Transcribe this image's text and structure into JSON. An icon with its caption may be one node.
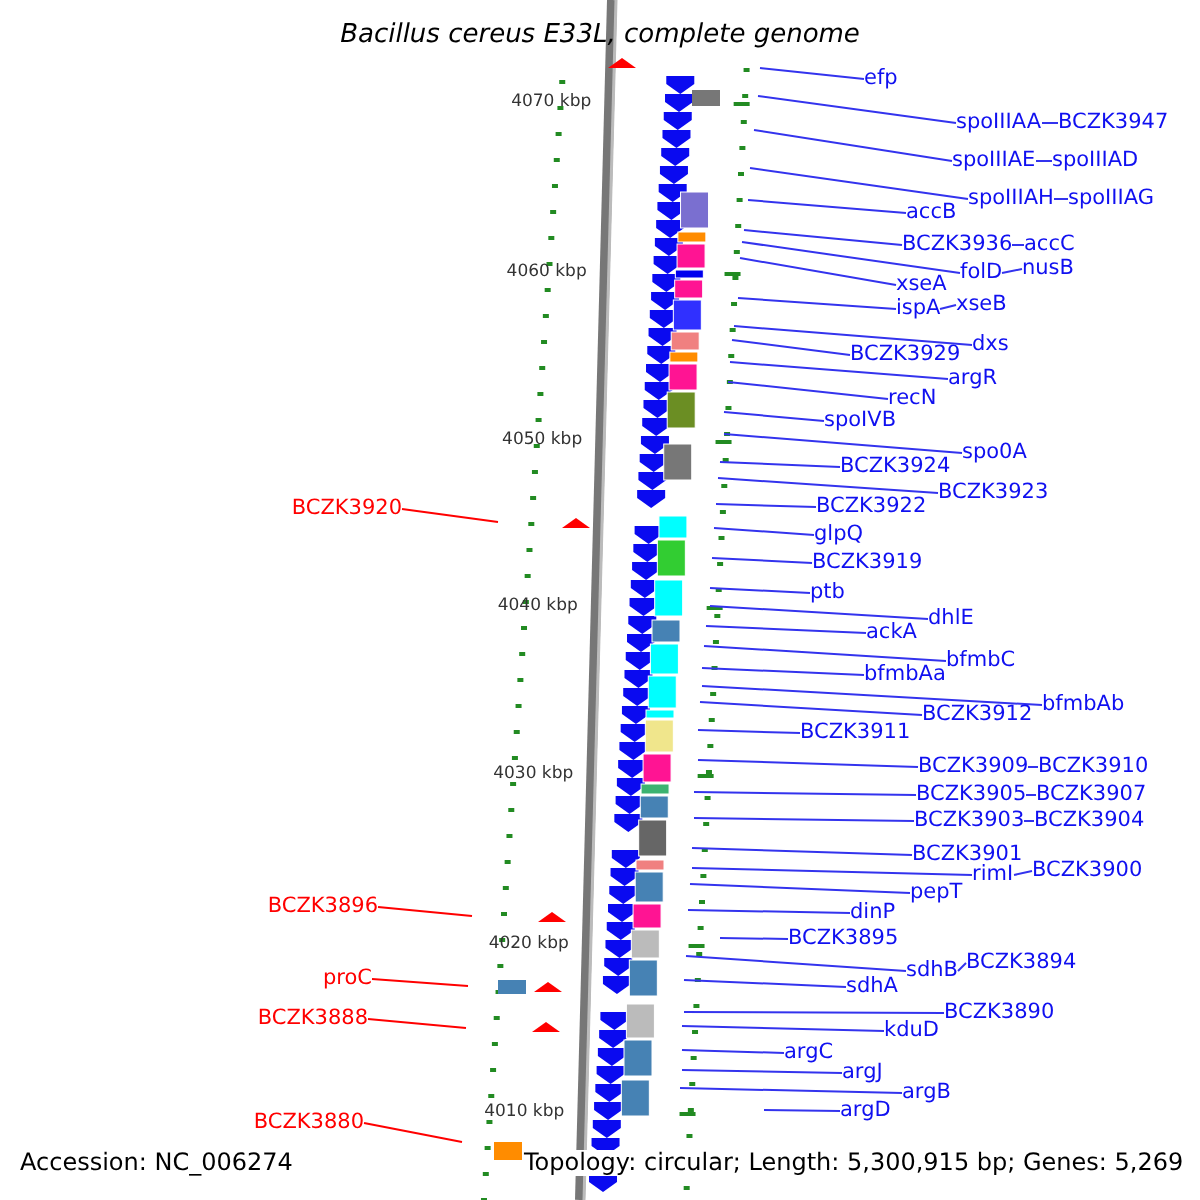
{
  "diagram": {
    "title": "Bacillus cereus E33L, complete genome",
    "nodes": [
      {
        "text": [
          "efp"
        ]
      },
      {
        "text": [
          "spoIIIAA"
        ]
      },
      {
        "text": [
          "BCZK3947"
        ]
      },
      {
        "text": [
          "spoIIIAE"
        ]
      },
      {
        "text": [
          "spoIIIAD"
        ]
      },
      {
        "text": [
          "spoIIIAH"
        ]
      },
      {
        "text": [
          "spoIIIAG"
        ]
      },
      {
        "text": [
          "accB"
        ]
      },
      {
        "text": [
          "BCZK3936"
        ]
      },
      {
        "text": [
          "accC"
        ]
      },
      {
        "text": [
          "folD"
        ]
      },
      {
        "text": [
          "nusB"
        ]
      },
      {
        "text": [
          "xseA"
        ]
      },
      {
        "text": [
          "ispA"
        ]
      },
      {
        "text": [
          "xseB"
        ]
      },
      {
        "text": [
          "dxs"
        ]
      },
      {
        "text": [
          "BCZK3929"
        ]
      },
      {
        "text": [
          "argR"
        ]
      },
      {
        "text": [
          "recN"
        ]
      },
      {
        "text": [
          "spoIVB"
        ]
      },
      {
        "text": [
          "spo0A"
        ]
      },
      {
        "text": [
          "BCZK3924"
        ]
      },
      {
        "text": [
          "BCZK3923"
        ]
      },
      {
        "text": [
          "BCZK3922"
        ]
      },
      {
        "text": [
          "glpQ"
        ]
      },
      {
        "text": [
          "BCZK3919"
        ]
      },
      {
        "text": [
          "ptb"
        ]
      },
      {
        "text": [
          "dhlE"
        ]
      },
      {
        "text": [
          "ackA"
        ]
      },
      {
        "text": [
          "bfmbC"
        ]
      },
      {
        "text": [
          "bfmbAa"
        ]
      },
      {
        "text": [
          "bfmbAb"
        ]
      },
      {
        "text": [
          "BCZK3912"
        ]
      },
      {
        "text": [
          "BCZK3911"
        ]
      },
      {
        "text": [
          "BCZK3909"
        ]
      },
      {
        "text": [
          "BCZK3910"
        ]
      },
      {
        "text": [
          "BCZK3905"
        ]
      },
      {
        "text": [
          "BCZK3907"
        ]
      },
      {
        "text": [
          "BCZK3903"
        ]
      },
      {
        "text": [
          "BCZK3904"
        ]
      },
      {
        "text": [
          "BCZK3901"
        ]
      },
      {
        "text": [
          "rimI"
        ]
      },
      {
        "text": [
          "BCZK3900"
        ]
      },
      {
        "text": [
          "pepT"
        ]
      },
      {
        "text": [
          "dinP"
        ]
      },
      {
        "text": [
          "BCZK3895"
        ]
      },
      {
        "text": [
          "sdhB"
        ]
      },
      {
        "text": [
          "BCZK3894"
        ]
      },
      {
        "text": [
          "sdhA"
        ]
      },
      {
        "text": [
          "BCZK3890"
        ]
      },
      {
        "text": [
          "kduD"
        ]
      },
      {
        "text": [
          "argC"
        ]
      },
      {
        "text": [
          "argJ"
        ]
      },
      {
        "text": [
          "argB"
        ]
      },
      {
        "text": [
          "argD"
        ]
      },
      {
        "text": [
          "BCZK3920"
        ]
      },
      {
        "text": [
          "BCZK3896"
        ]
      },
      {
        "text": [
          "proC"
        ]
      },
      {
        "text": [
          "BCZK3888"
        ]
      },
      {
        "text": [
          "BCZK3880"
        ]
      }
    ],
    "edges": [
      {
        "from": 0,
        "to": null,
        "arrow": "none"
      },
      {
        "from": 1,
        "to": null,
        "arrow": "none"
      },
      {
        "from": 2,
        "to": 1,
        "arrow": "none"
      },
      {
        "from": 3,
        "to": null,
        "arrow": "none"
      },
      {
        "from": 4,
        "to": 3,
        "arrow": "none"
      },
      {
        "from": 5,
        "to": null,
        "arrow": "none"
      },
      {
        "from": 6,
        "to": 5,
        "arrow": "none"
      },
      {
        "from": 7,
        "to": null,
        "arrow": "none"
      },
      {
        "from": 8,
        "to": null,
        "arrow": "none"
      },
      {
        "from": 9,
        "to": 8,
        "arrow": "none"
      },
      {
        "from": 10,
        "to": null,
        "arrow": "none"
      },
      {
        "from": 11,
        "to": 10,
        "arrow": "none"
      },
      {
        "from": 12,
        "to": null,
        "arrow": "none"
      },
      {
        "from": 13,
        "to": null,
        "arrow": "none"
      },
      {
        "from": 14,
        "to": 13,
        "arrow": "none"
      },
      {
        "from": 15,
        "to": null,
        "arrow": "none"
      },
      {
        "from": 16,
        "to": null,
        "arrow": "none"
      },
      {
        "from": 17,
        "to": null,
        "arrow": "none"
      },
      {
        "from": 18,
        "to": null,
        "arrow": "none"
      },
      {
        "from": 19,
        "to": null,
        "arrow": "none"
      },
      {
        "from": 20,
        "to": null,
        "arrow": "none"
      },
      {
        "from": 21,
        "to": null,
        "arrow": "none"
      },
      {
        "from": 22,
        "to": null,
        "arrow": "none"
      },
      {
        "from": 23,
        "to": null,
        "arrow": "none"
      },
      {
        "from": 24,
        "to": null,
        "arrow": "none"
      },
      {
        "from": 25,
        "to": null,
        "arrow": "none"
      },
      {
        "from": 26,
        "to": null,
        "arrow": "none"
      },
      {
        "from": 27,
        "to": null,
        "arrow": "none"
      },
      {
        "from": 28,
        "to": null,
        "arrow": "none"
      },
      {
        "from": 29,
        "to": null,
        "arrow": "none"
      },
      {
        "from": 30,
        "to": null,
        "arrow": "none"
      },
      {
        "from": 31,
        "to": null,
        "arrow": "none"
      },
      {
        "from": 32,
        "to": null,
        "arrow": "none"
      },
      {
        "from": 33,
        "to": null,
        "arrow": "none"
      },
      {
        "from": 34,
        "to": null,
        "arrow": "none"
      },
      {
        "from": 35,
        "to": 34,
        "arrow": "none"
      },
      {
        "from": 36,
        "to": null,
        "arrow": "none"
      },
      {
        "from": 37,
        "to": 36,
        "arrow": "none"
      },
      {
        "from": 38,
        "to": null,
        "arrow": "none"
      },
      {
        "from": 39,
        "to": 38,
        "arrow": "none"
      },
      {
        "from": 40,
        "to": null,
        "arrow": "none"
      },
      {
        "from": 41,
        "to": null,
        "arrow": "none"
      },
      {
        "from": 42,
        "to": 41,
        "arrow": "none"
      },
      {
        "from": 43,
        "to": null,
        "arrow": "none"
      },
      {
        "from": 44,
        "to": null,
        "arrow": "none"
      },
      {
        "from": 45,
        "to": null,
        "arrow": "none"
      },
      {
        "from": 46,
        "to": null,
        "arrow": "none"
      },
      {
        "from": 47,
        "to": 46,
        "arrow": "none"
      },
      {
        "from": 48,
        "to": null,
        "arrow": "none"
      },
      {
        "from": 49,
        "to": null,
        "arrow": "none"
      },
      {
        "from": 50,
        "to": null,
        "arrow": "none"
      },
      {
        "from": 51,
        "to": null,
        "arrow": "none"
      },
      {
        "from": 52,
        "to": null,
        "arrow": "none"
      },
      {
        "from": 53,
        "to": null,
        "arrow": "none"
      },
      {
        "from": 54,
        "to": null,
        "arrow": "none"
      },
      {
        "from": 55,
        "to": null,
        "arrow": "none",
        "color": "#ff0000"
      },
      {
        "from": 56,
        "to": null,
        "arrow": "none",
        "color": "#ff0000"
      },
      {
        "from": 57,
        "to": null,
        "arrow": "none",
        "color": "#ff0000"
      },
      {
        "from": 58,
        "to": null,
        "arrow": "none",
        "color": "#ff0000"
      },
      {
        "from": 59,
        "to": null,
        "arrow": "none",
        "color": "#ff0000"
      }
    ],
    "labels": [
      "4070 kbp",
      "4060 kbp",
      "4050 kbp",
      "4040 kbp",
      "4030 kbp",
      "4020 kbp",
      "4010 kbp",
      "Accession: NC_006274",
      "Topology: circular; Length: 5,300,915 bp; Genes: 5,269"
    ]
  }
}
